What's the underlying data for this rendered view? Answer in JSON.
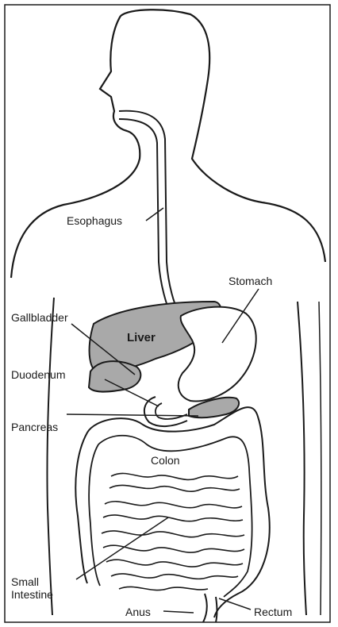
{
  "labels": {
    "esophagus": "Esophagus",
    "stomach": "Stomach",
    "gallbladder": "Gallbladder",
    "liver": "Liver",
    "duodenum": "Duodenum",
    "pancreas": "Pancreas",
    "colon": "Colon",
    "small_intestine": "Small Intestine",
    "anus": "Anus",
    "rectum": "Rectum"
  },
  "colors": {
    "outline": "#1a1a1a",
    "organ_fill": "#a9a9a9",
    "background": "#ffffff"
  }
}
